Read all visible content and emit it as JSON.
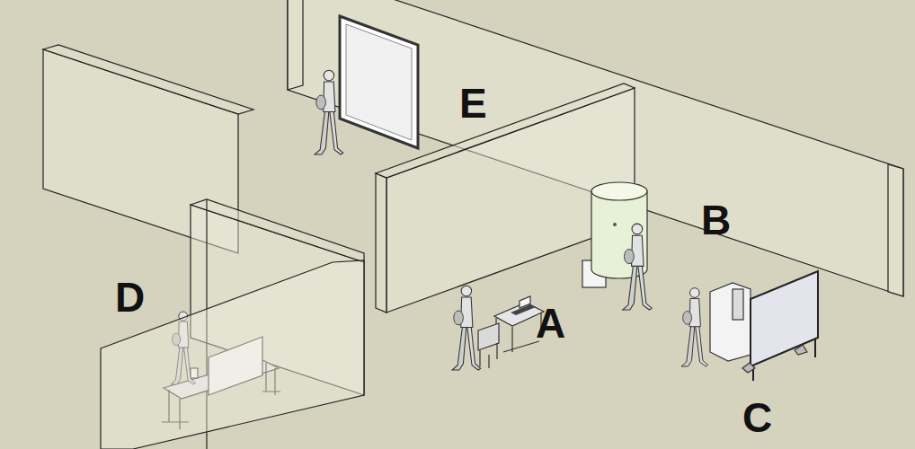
{
  "diagram": {
    "labels": [
      "E",
      "B",
      "D",
      "A",
      "C"
    ]
  }
}
